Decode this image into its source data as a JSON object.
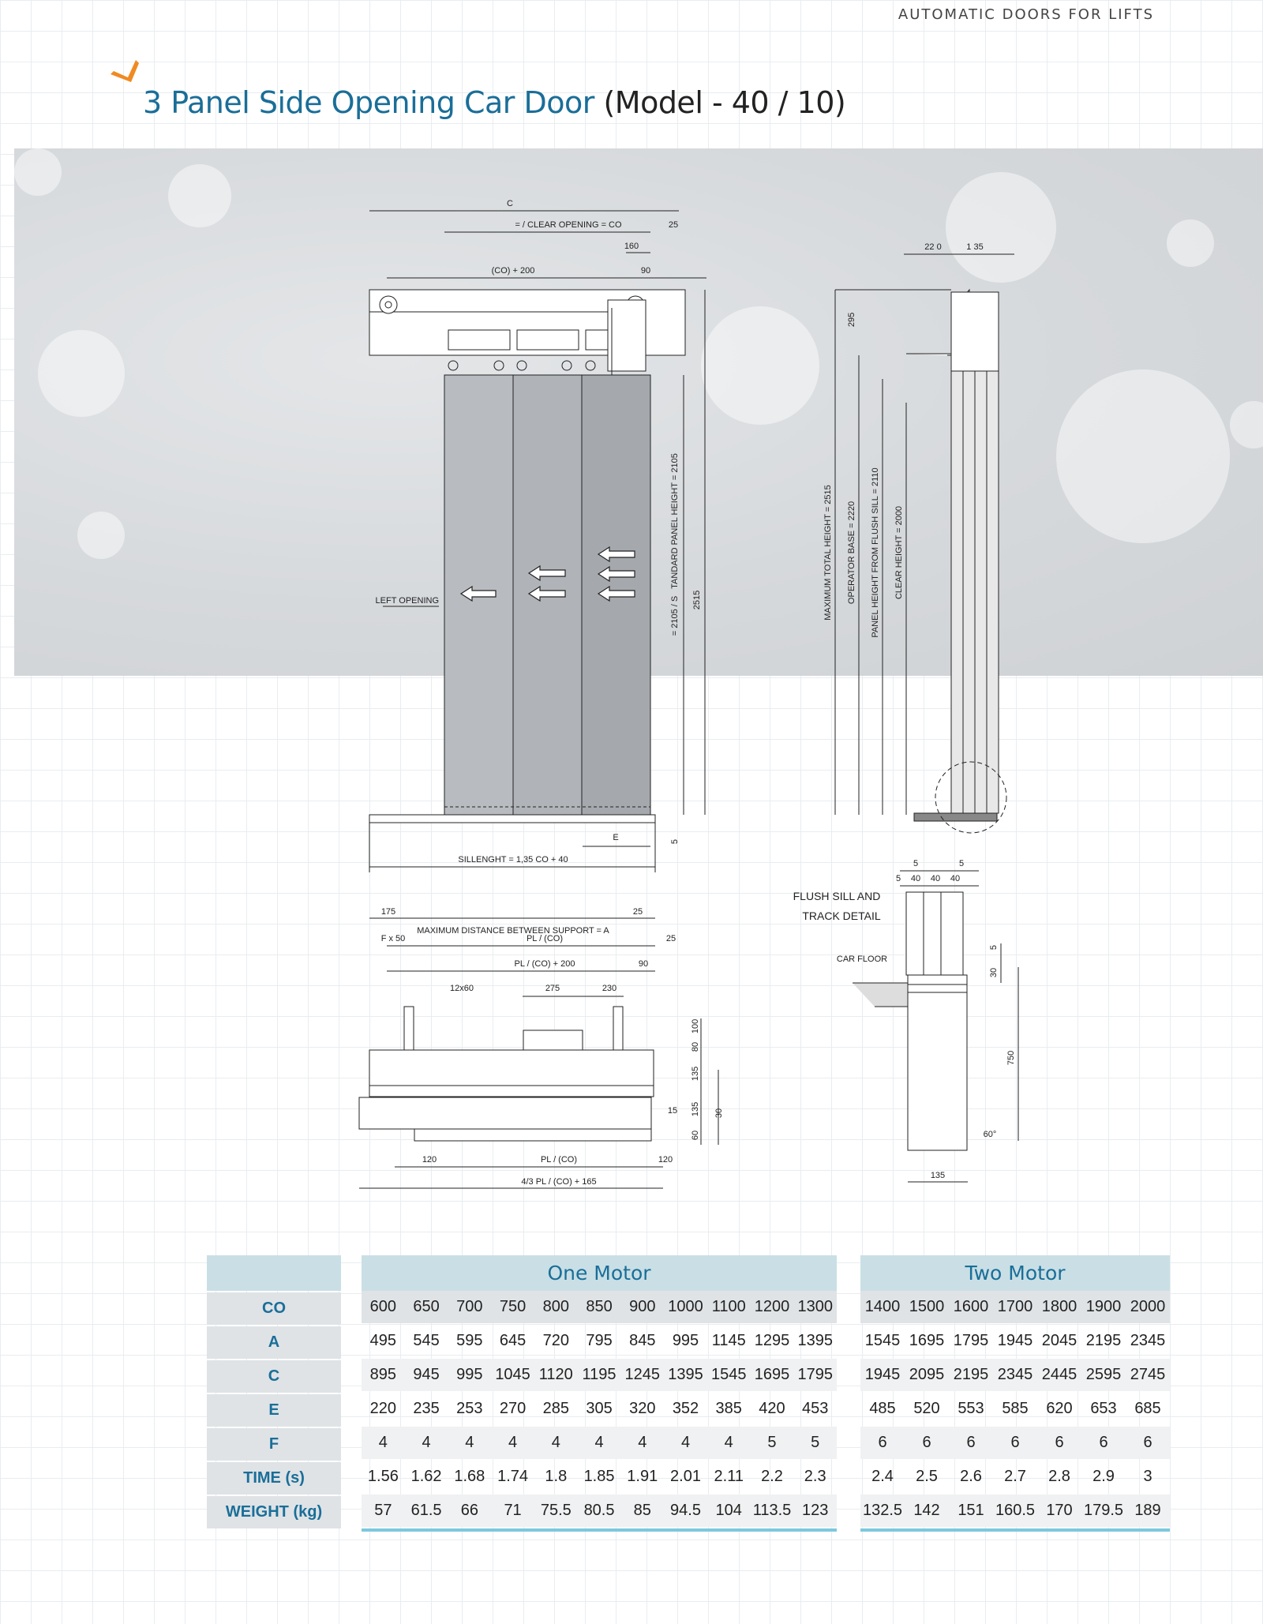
{
  "header": {
    "tag": "AUTOMATIC DOORS FOR LIFTS"
  },
  "title": {
    "main": "3 Panel Side Opening Car Door",
    "model": "(Model - 40 / 10)"
  },
  "drawing_labels": {
    "c": "C",
    "clear_opening": "= / CLEAR OPENING = CO",
    "d25": "25",
    "d160": "160",
    "co200": "(CO) + 200",
    "d90": "90",
    "std_panel_height": "TANDARD PANEL HEIGHT = 2105",
    "h2105s": "= 2105 / S",
    "h2515": "2515",
    "left_opening": "LEFT OPENING",
    "e": "E",
    "d5": "5",
    "sill_length": "SILLENGHT = 1,35 CO + 40",
    "d220": "22 0",
    "d135a": "1 35",
    "d295": "295",
    "max_total_height": "MAXIMUM TOTAL HEIGHT = 2515",
    "operator_base": "OPERATOR BASE = 2220",
    "panel_height_flush": "PANEL HEIGHT FROM FLUSH SILL = 2110",
    "clear_height": "CLEAR HEIGHT = 2000",
    "d175": "175",
    "max_distance": "MAXIMUM DISTANCE BETWEEN SUPPORT = A",
    "d25b": "25",
    "fx50": "F x 50",
    "pl_co": "PL / (CO)",
    "d25c": "25",
    "pl_co_200": "PL / (CO) + 200",
    "d90b": "90",
    "d12x60": "12x60",
    "d275": "275",
    "d230": "230",
    "d100": "100",
    "d80": "80",
    "d135b": "135",
    "d135c": "135",
    "d30": "30",
    "d15": "15",
    "d60": "60",
    "d120a": "120",
    "pl_co_b": "PL / (CO)",
    "d120b": "120",
    "pl43": "4/3 PL / (CO) + 165",
    "flush_sill": "FLUSH SILL AND",
    "track_detail": "TRACK DETAIL",
    "car_floor": "CAR FLOOR",
    "s5a": "5",
    "s5b": "5",
    "s5c": "5",
    "s40a": "40",
    "s40b": "40",
    "s40c": "40",
    "s5d": "5",
    "s30": "30",
    "s750": "750",
    "s60deg": "60°",
    "s135": "135"
  },
  "table": {
    "row_labels": [
      "CO",
      "A",
      "C",
      "E",
      "F",
      "TIME (s)",
      "WEIGHT (kg)"
    ],
    "one_motor": {
      "title": "One Motor",
      "rows": [
        [
          "600",
          "650",
          "700",
          "750",
          "800",
          "850",
          "900",
          "1000",
          "1100",
          "1200",
          "1300"
        ],
        [
          "495",
          "545",
          "595",
          "645",
          "720",
          "795",
          "845",
          "995",
          "1145",
          "1295",
          "1395"
        ],
        [
          "895",
          "945",
          "995",
          "1045",
          "1120",
          "1195",
          "1245",
          "1395",
          "1545",
          "1695",
          "1795"
        ],
        [
          "220",
          "235",
          "253",
          "270",
          "285",
          "305",
          "320",
          "352",
          "385",
          "420",
          "453"
        ],
        [
          "4",
          "4",
          "4",
          "4",
          "4",
          "4",
          "4",
          "4",
          "4",
          "5",
          "5"
        ],
        [
          "1.56",
          "1.62",
          "1.68",
          "1.74",
          "1.8",
          "1.85",
          "1.91",
          "2.01",
          "2.11",
          "2.2",
          "2.3"
        ],
        [
          "57",
          "61.5",
          "66",
          "71",
          "75.5",
          "80.5",
          "85",
          "94.5",
          "104",
          "113.5",
          "123"
        ]
      ]
    },
    "two_motor": {
      "title": "Two Motor",
      "rows": [
        [
          "1400",
          "1500",
          "1600",
          "1700",
          "1800",
          "1900",
          "2000"
        ],
        [
          "1545",
          "1695",
          "1795",
          "1945",
          "2045",
          "2195",
          "2345"
        ],
        [
          "1945",
          "2095",
          "2195",
          "2345",
          "2445",
          "2595",
          "2745"
        ],
        [
          "485",
          "520",
          "553",
          "585",
          "620",
          "653",
          "685"
        ],
        [
          "6",
          "6",
          "6",
          "6",
          "6",
          "6",
          "6"
        ],
        [
          "2.4",
          "2.5",
          "2.6",
          "2.7",
          "2.8",
          "2.9",
          "3"
        ],
        [
          "132.5",
          "142",
          "151",
          "160.5",
          "170",
          "179.5",
          "189"
        ]
      ]
    }
  }
}
